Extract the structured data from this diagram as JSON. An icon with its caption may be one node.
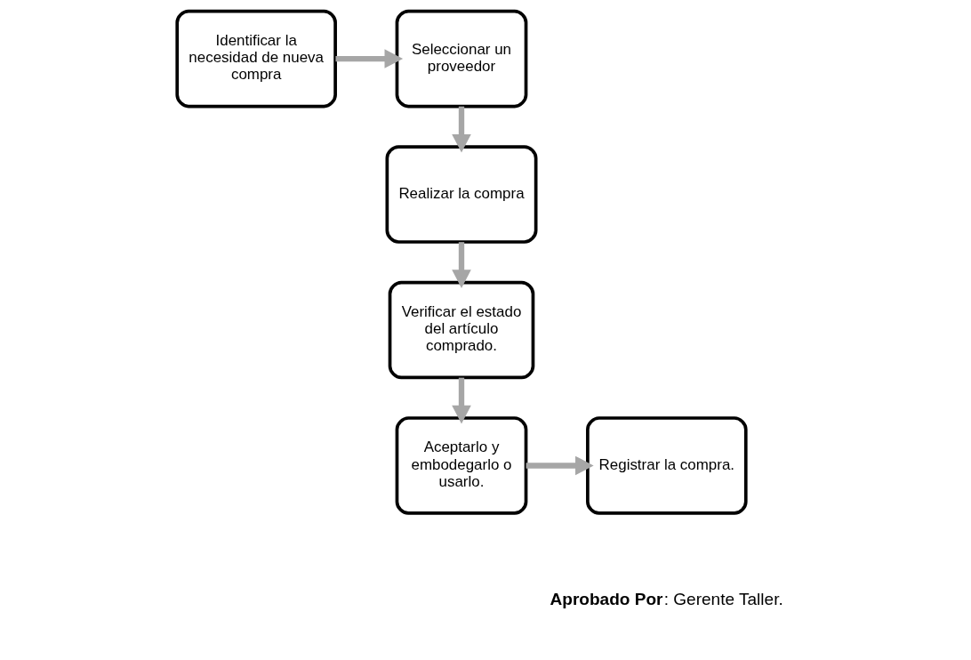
{
  "diagram": {
    "nodes": [
      {
        "text": [
          "Identificar la necesidad de nueva compra"
        ]
      },
      {
        "text": [
          "Seleccionar un proveedor"
        ]
      },
      {
        "text": [
          "Realizar la compra"
        ]
      },
      {
        "text": [
          "Verificar el estado del artículo comprado."
        ]
      },
      {
        "text": [
          "Aceptarlo y embodegarlo o usarlo."
        ]
      },
      {
        "text": [
          "Registrar la compra."
        ]
      }
    ],
    "edges": [
      {
        "from": 0,
        "to": 1,
        "arrow": "to"
      },
      {
        "from": 1,
        "to": 2,
        "arrow": "to"
      },
      {
        "from": 2,
        "to": 3,
        "arrow": "to"
      },
      {
        "from": 3,
        "to": 4,
        "arrow": "to"
      },
      {
        "from": 4,
        "to": 5,
        "arrow": "to"
      }
    ],
    "labels": [
      "**Aprobado Por**: Gerente Taller."
    ]
  }
}
